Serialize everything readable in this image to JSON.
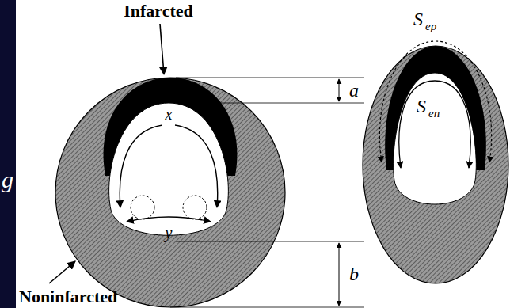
{
  "diagram": {
    "labels": [
      "Infarcted",
      "a",
      "x",
      "y",
      "b",
      "Noninfarcted",
      "S",
      "ep",
      "S",
      "en",
      "g"
    ]
  }
}
